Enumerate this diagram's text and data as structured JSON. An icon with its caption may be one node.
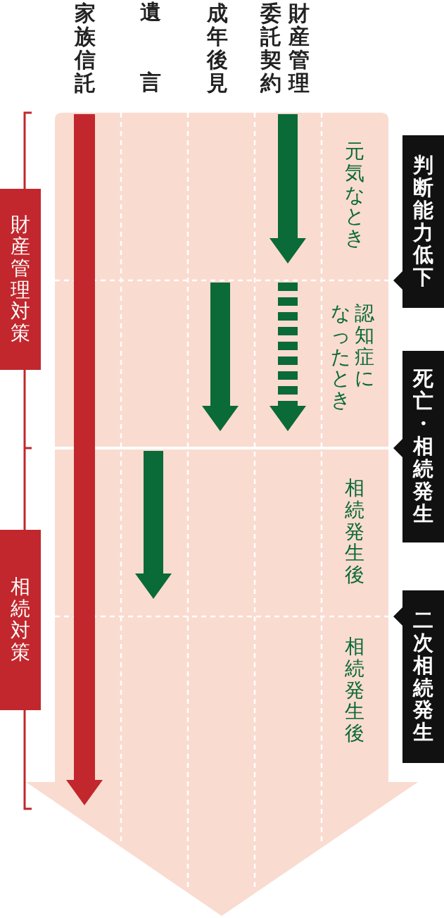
{
  "diagram": {
    "nodes": [
      {
        "text": [
          "家族信託"
        ]
      },
      {
        "text": [
          "遺言"
        ]
      },
      {
        "text": [
          "成年後見"
        ]
      },
      {
        "text": [
          "委託契約",
          "財産管理"
        ]
      },
      {
        "text": [],
        "shape": "arrow"
      },
      {
        "text": [
          "元気なとき"
        ],
        "in": 4
      },
      {
        "text": [
          "なったとき",
          "認知症に"
        ],
        "in": 4
      },
      {
        "text": [
          "相続発生後"
        ],
        "in": 4
      },
      {
        "text": [
          "相続発生後"
        ],
        "in": 4
      },
      {
        "text": [
          "財産管理対策"
        ]
      },
      {
        "text": [
          "相続対策"
        ]
      },
      {
        "text": [
          "判断能力低下"
        ]
      },
      {
        "text": [
          "死亡・相続発生"
        ]
      },
      {
        "text": [
          "二次相続発生"
        ]
      }
    ]
  }
}
